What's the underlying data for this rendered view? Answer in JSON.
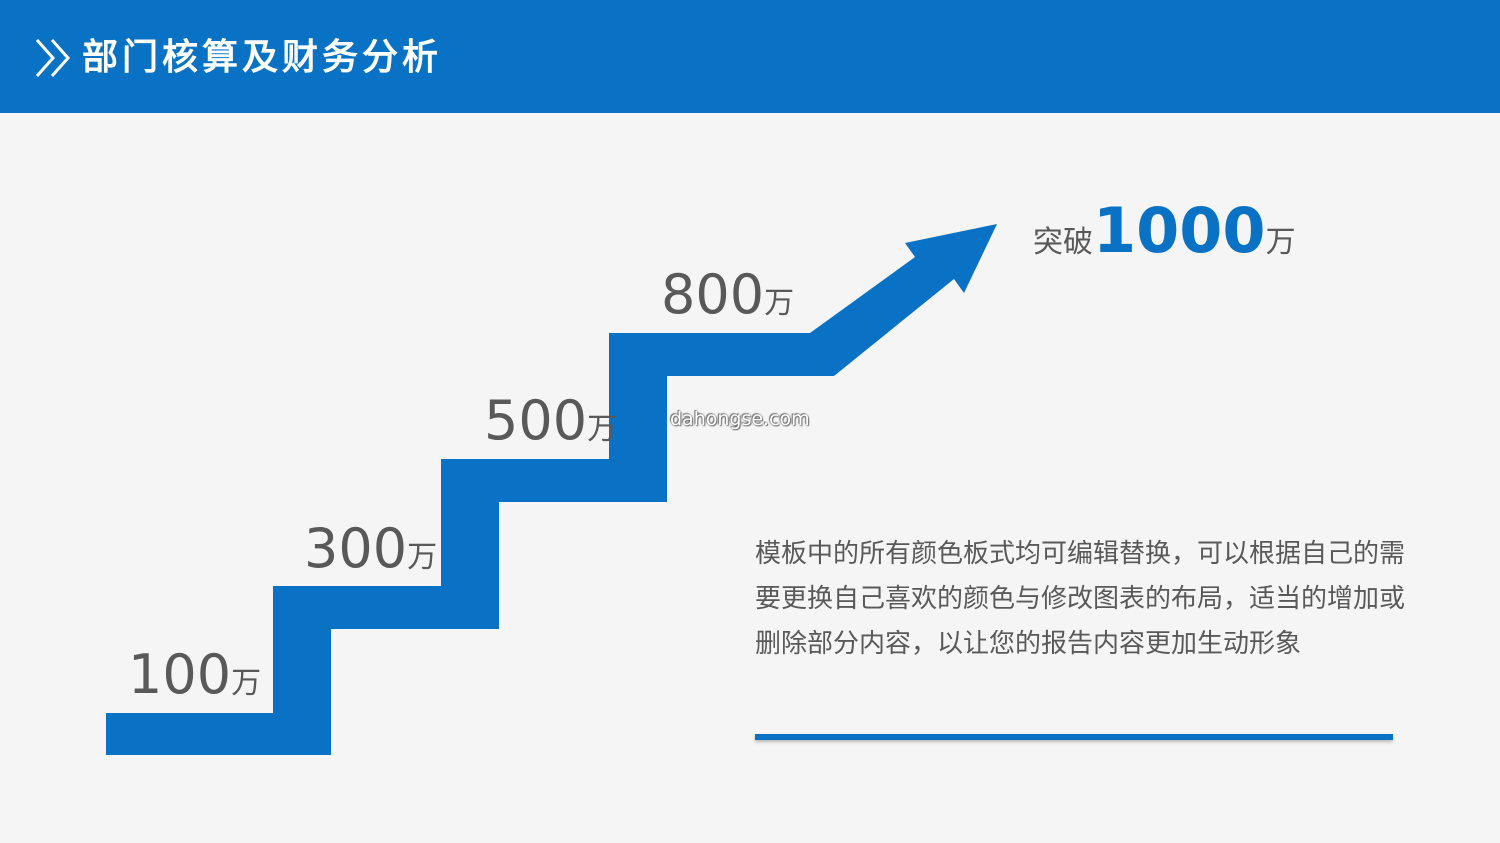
{
  "header": {
    "title": "部门核算及财务分析",
    "icon": "double-chevron-right-icon",
    "background": "#0a72c4"
  },
  "steps": [
    {
      "value": "100",
      "unit": "万"
    },
    {
      "value": "300",
      "unit": "万"
    },
    {
      "value": "500",
      "unit": "万"
    },
    {
      "value": "800",
      "unit": "万"
    }
  ],
  "goal": {
    "prefix": "突破",
    "value": "1000",
    "unit": "万"
  },
  "watermark": "dahongse.com",
  "description": "模板中的所有颜色板式均可编辑替换，可以根据自己的需要更换自己喜欢的颜色与修改图表的布局，适当的增加或删除部分内容，以让您的报告内容更加生动形象",
  "colors": {
    "accent": "#0a72c4",
    "text": "#595959",
    "background": "#f5f5f5"
  }
}
